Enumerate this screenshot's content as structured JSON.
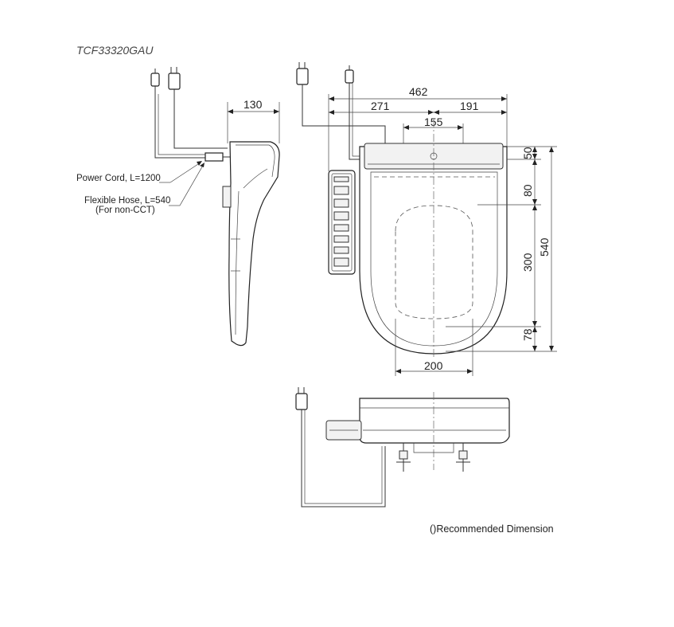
{
  "title": "TCF33320GAU",
  "labels": {
    "power_cord": "Power Cord, L=1200",
    "flexible_hose": "Flexible Hose, L=540",
    "hose_note": "(For non-CCT)",
    "recommended": "()Recommended Dimension"
  },
  "dimensions": {
    "side_depth": "130",
    "overall_width": "462",
    "left_width": "271",
    "right_width": "191",
    "hole_spacing": "155",
    "dim_50": "50",
    "dim_80": "80",
    "dim_300": "300",
    "dim_78": "78",
    "overall_length": "540",
    "bowl_width": "200"
  }
}
